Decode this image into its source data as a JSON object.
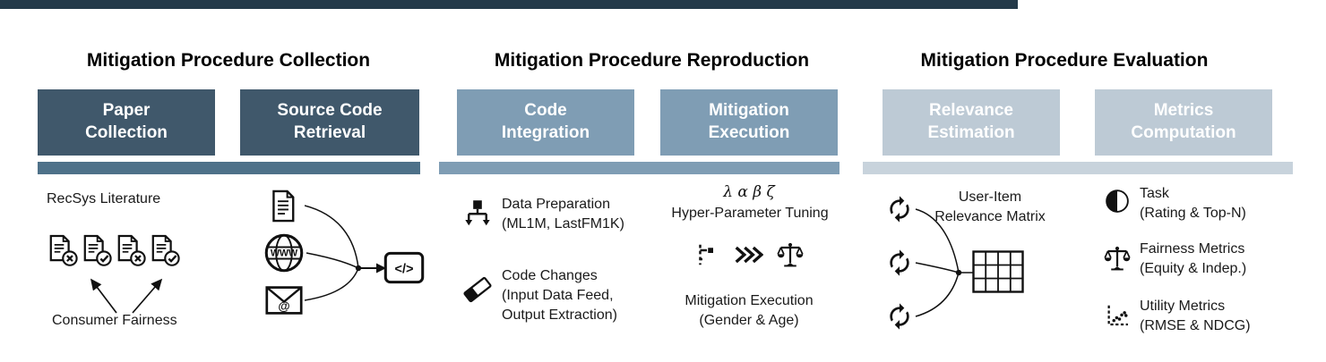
{
  "colors": {
    "top_bar": "#243a49",
    "stage_dark": "#40586b",
    "bar_dark": "#4e7189",
    "stage_mid": "#7f9db4",
    "bar_mid": "#7f9db4",
    "stage_light": "#bdcad5",
    "bar_light": "#c8d3dc",
    "icon": "#111111",
    "text": "#000000"
  },
  "sections": [
    {
      "title": "Mitigation Procedure Collection",
      "boxes": [
        {
          "line1": "Paper",
          "line2": "Collection"
        },
        {
          "line1": "Source Code",
          "line2": "Retrieval"
        }
      ]
    },
    {
      "title": "Mitigation Procedure Reproduction",
      "boxes": [
        {
          "line1": "Code",
          "line2": "Integration"
        },
        {
          "line1": "Mitigation",
          "line2": "Execution"
        }
      ]
    },
    {
      "title": "Mitigation Procedure Evaluation",
      "boxes": [
        {
          "line1": "Relevance",
          "line2": "Estimation"
        },
        {
          "line1": "Metrics",
          "line2": "Computation"
        }
      ]
    }
  ],
  "paper_collection": {
    "top_label": "RecSys Literature",
    "bottom_label": "Consumer Fairness",
    "doc_icons": [
      "doc-x",
      "doc-check",
      "doc-x",
      "doc-check"
    ]
  },
  "source_code_retrieval": {
    "web_label": "WWW",
    "email_symbol": "@",
    "code_symbol": "</>"
  },
  "code_integration": {
    "items": [
      {
        "icon": "data-preparation-icon",
        "line1": "Data Preparation",
        "line2": "(ML1M, LastFM1K)"
      },
      {
        "icon": "eraser-icon",
        "line1": "Code Changes",
        "line2": "(Input Data Feed,",
        "line3": "Output Extraction)"
      }
    ]
  },
  "mitigation_execution": {
    "parameters": "λ α β ζ",
    "tuning_label": "Hyper-Parameter Tuning",
    "exec_label": "Mitigation Execution",
    "exec_sublabel": "(Gender & Age)"
  },
  "relevance_estimation": {
    "label_line1": "User-Item",
    "label_line2": "Relevance Matrix"
  },
  "metrics_computation": {
    "items": [
      {
        "icon": "brain-icon",
        "line1": "Task",
        "line2": "(Rating & Top-N)"
      },
      {
        "icon": "scales-icon",
        "line1": "Fairness Metrics",
        "line2": "(Equity & Indep.)"
      },
      {
        "icon": "scatter-plot-icon",
        "line1": "Utility Metrics",
        "line2": "(RMSE & NDCG)"
      }
    ]
  }
}
